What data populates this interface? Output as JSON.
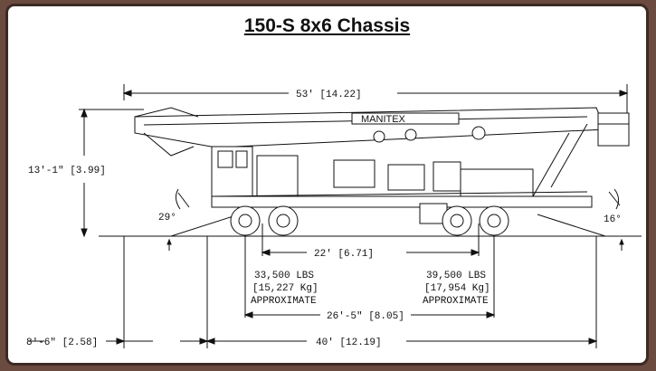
{
  "title": "150-S 8x6 Chassis",
  "dimensions": {
    "overall_length": "53' [14.22]",
    "height": "13'-1\" [3.99]",
    "front_angle": "29°",
    "rear_angle": "16°",
    "axle_span": "22' [6.71]",
    "front_load": {
      "weight": "33,500 LBS",
      "kg": "[15,227 Kg]",
      "note": "APPROXIMATE"
    },
    "rear_load": {
      "weight": "39,500 LBS",
      "kg": "[17,954 Kg]",
      "note": "APPROXIMATE"
    },
    "wheelbase": "26'-5\" [8.05]",
    "width": "8'-6\" [2.58]",
    "chassis_length": "40' [12.19]"
  },
  "boom_label": "MANITEX"
}
